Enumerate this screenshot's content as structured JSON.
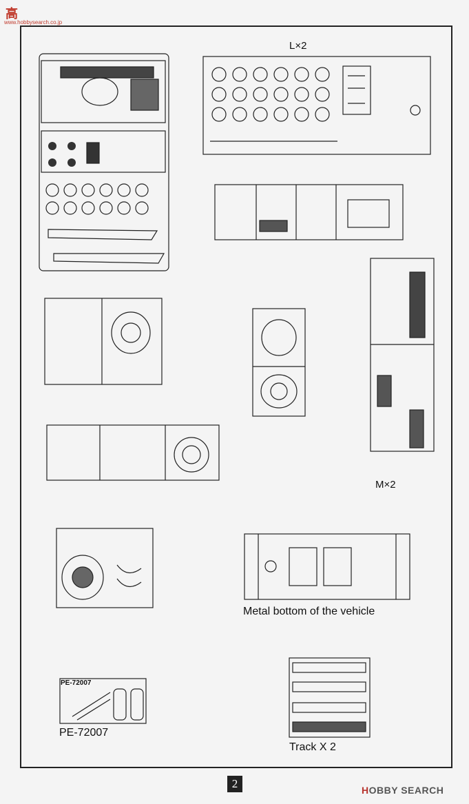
{
  "logo": {
    "text": "高",
    "url": "www.hobbysearch.co.jp"
  },
  "labels": {
    "sprue_l": "L×2",
    "sprue_m": "M×2",
    "metal_bottom": "Metal bottom of the vehicle",
    "pe_sheet": "PE-72007",
    "pe_code": "PE-72007",
    "track": "Track X 2"
  },
  "page_number": "2",
  "watermark": {
    "brand_prefix": "H",
    "brand": "OBBY",
    "search": "SEARCH"
  }
}
